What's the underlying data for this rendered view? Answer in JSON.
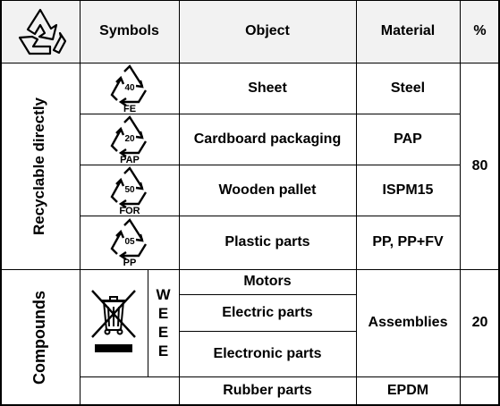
{
  "header": {
    "logo_icon": "recycle-icon",
    "symbols": "Symbols",
    "object": "Object",
    "material": "Material",
    "percent": "%"
  },
  "groups": {
    "recyclable": "Recyclable directly",
    "compounds": "Compounds"
  },
  "rows": [
    {
      "code": "40",
      "abbr": "FE",
      "object": "Sheet",
      "material": "Steel"
    },
    {
      "code": "20",
      "abbr": "PAP",
      "object": "Cardboard packaging",
      "material": "PAP"
    },
    {
      "code": "50",
      "abbr": "FOR",
      "object": "Wooden pallet",
      "material": "ISPM15"
    },
    {
      "code": "05",
      "abbr": "PP",
      "object": "Plastic parts",
      "material": "PP, PP+FV"
    }
  ],
  "recyclable_percent": "80",
  "compounds": {
    "weee_icon": "crossed-out-bin-icon",
    "weee_letters": [
      "W",
      "E",
      "E",
      "E"
    ],
    "objects": [
      "Motors",
      "Electric parts",
      "Electronic parts",
      "Rubber parts"
    ],
    "material_assemblies": "Assemblies",
    "material_rubber": "EPDM",
    "percent": "20"
  },
  "colors": {
    "border": "#000000",
    "header_background": "#f2f2f2"
  }
}
